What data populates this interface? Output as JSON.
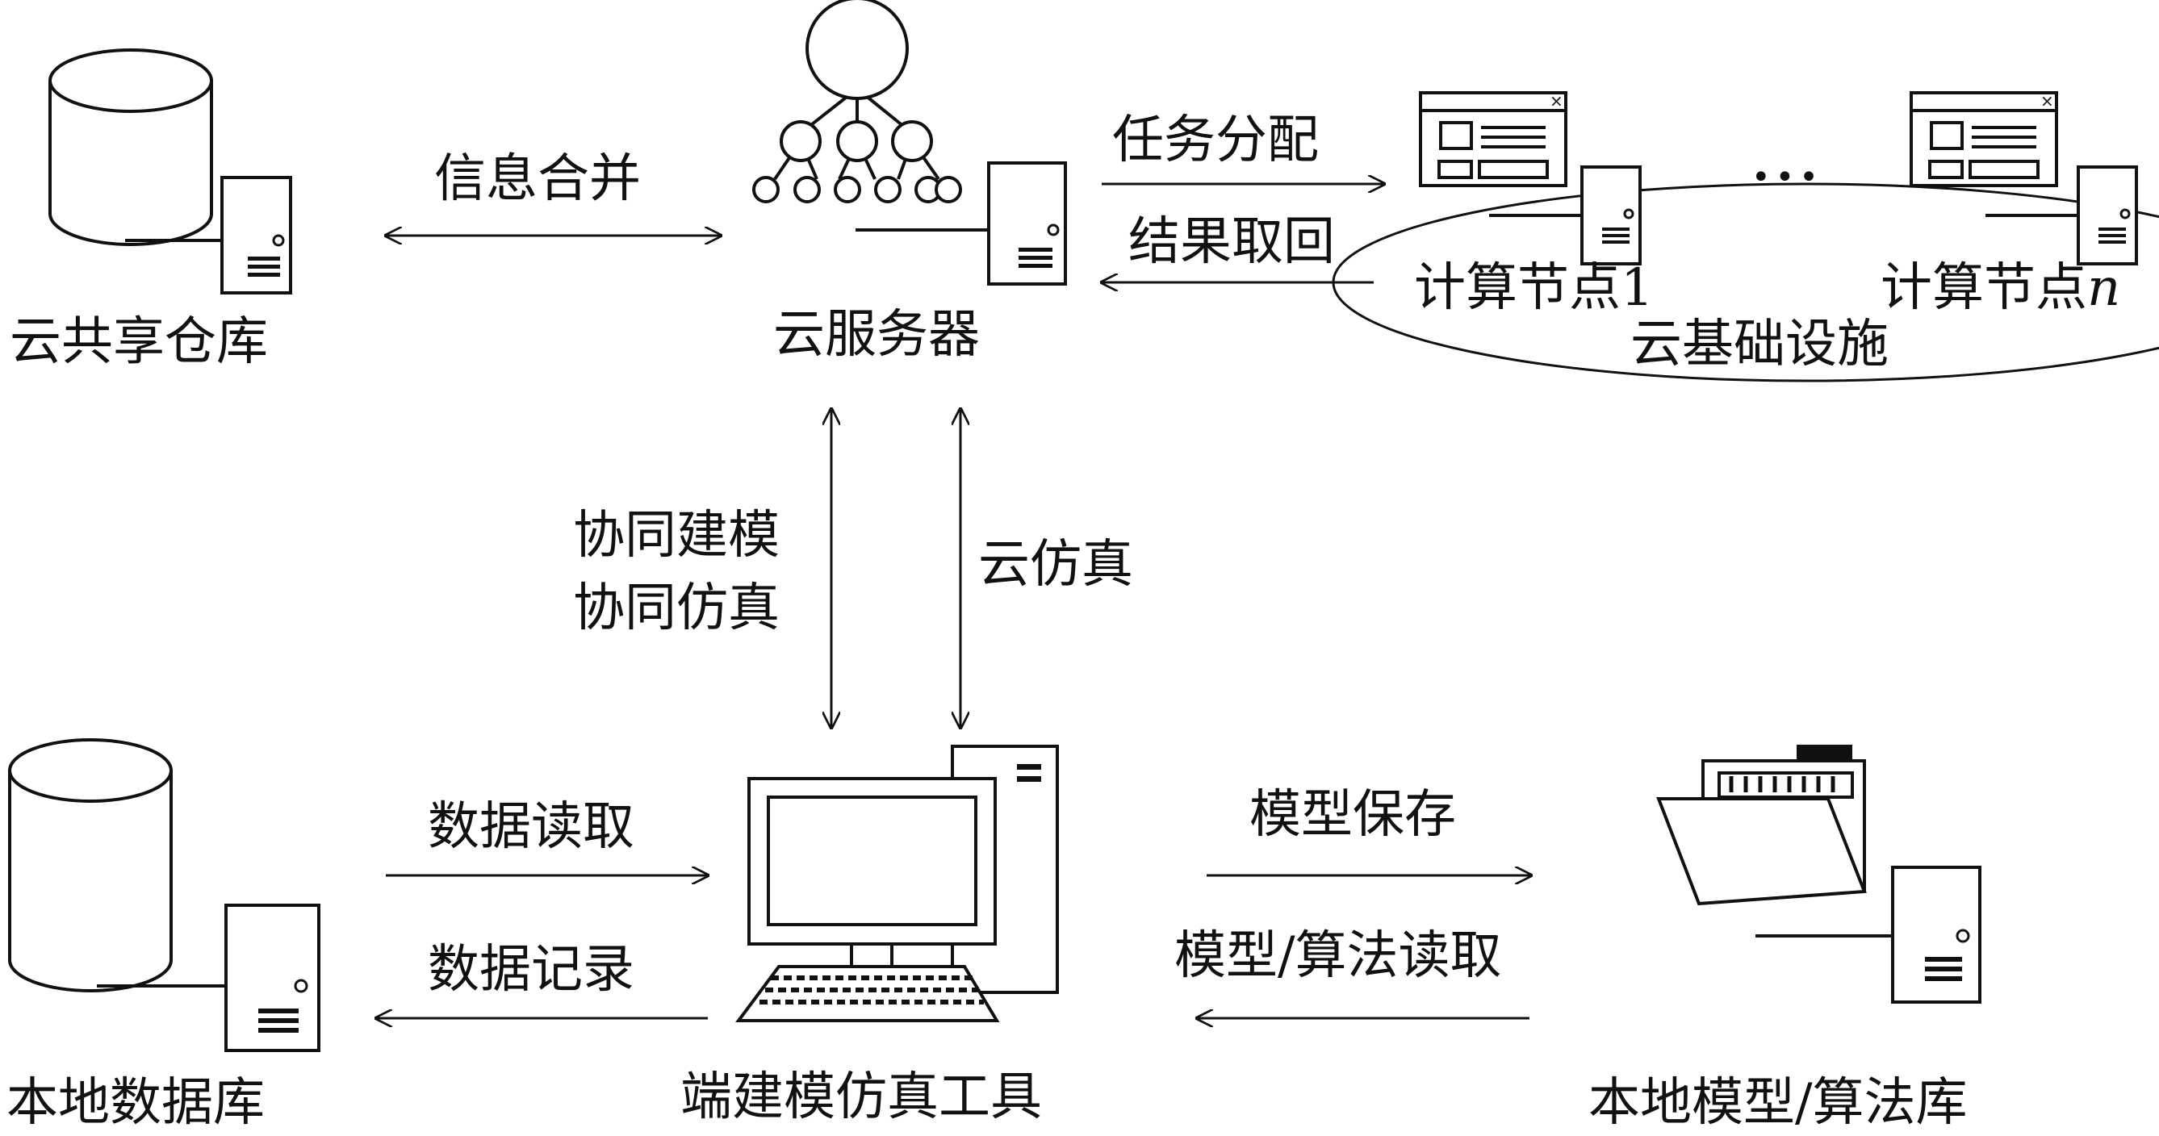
{
  "nodes": {
    "cloud_repo": "云共享仓库",
    "cloud_server": "云服务器",
    "cloud_infra": "云基础设施",
    "compute_node_1": "计算节点1",
    "compute_node_n_prefix": "计算节点",
    "compute_node_n_suffix": "n",
    "ellipsis": "•••",
    "local_db": "本地数据库",
    "client_tool": "端建模仿真工具",
    "local_model_lib": "本地模型/算法库"
  },
  "edges": {
    "info_merge": "信息合并",
    "task_assign": "任务分配",
    "result_fetch": "结果取回",
    "collab_modeling": "协同建模",
    "collab_sim": "协同仿真",
    "cloud_sim": "云仿真",
    "data_read": "数据读取",
    "data_record": "数据记录",
    "model_save": "模型保存",
    "model_algo_read": "模型/算法读取"
  }
}
